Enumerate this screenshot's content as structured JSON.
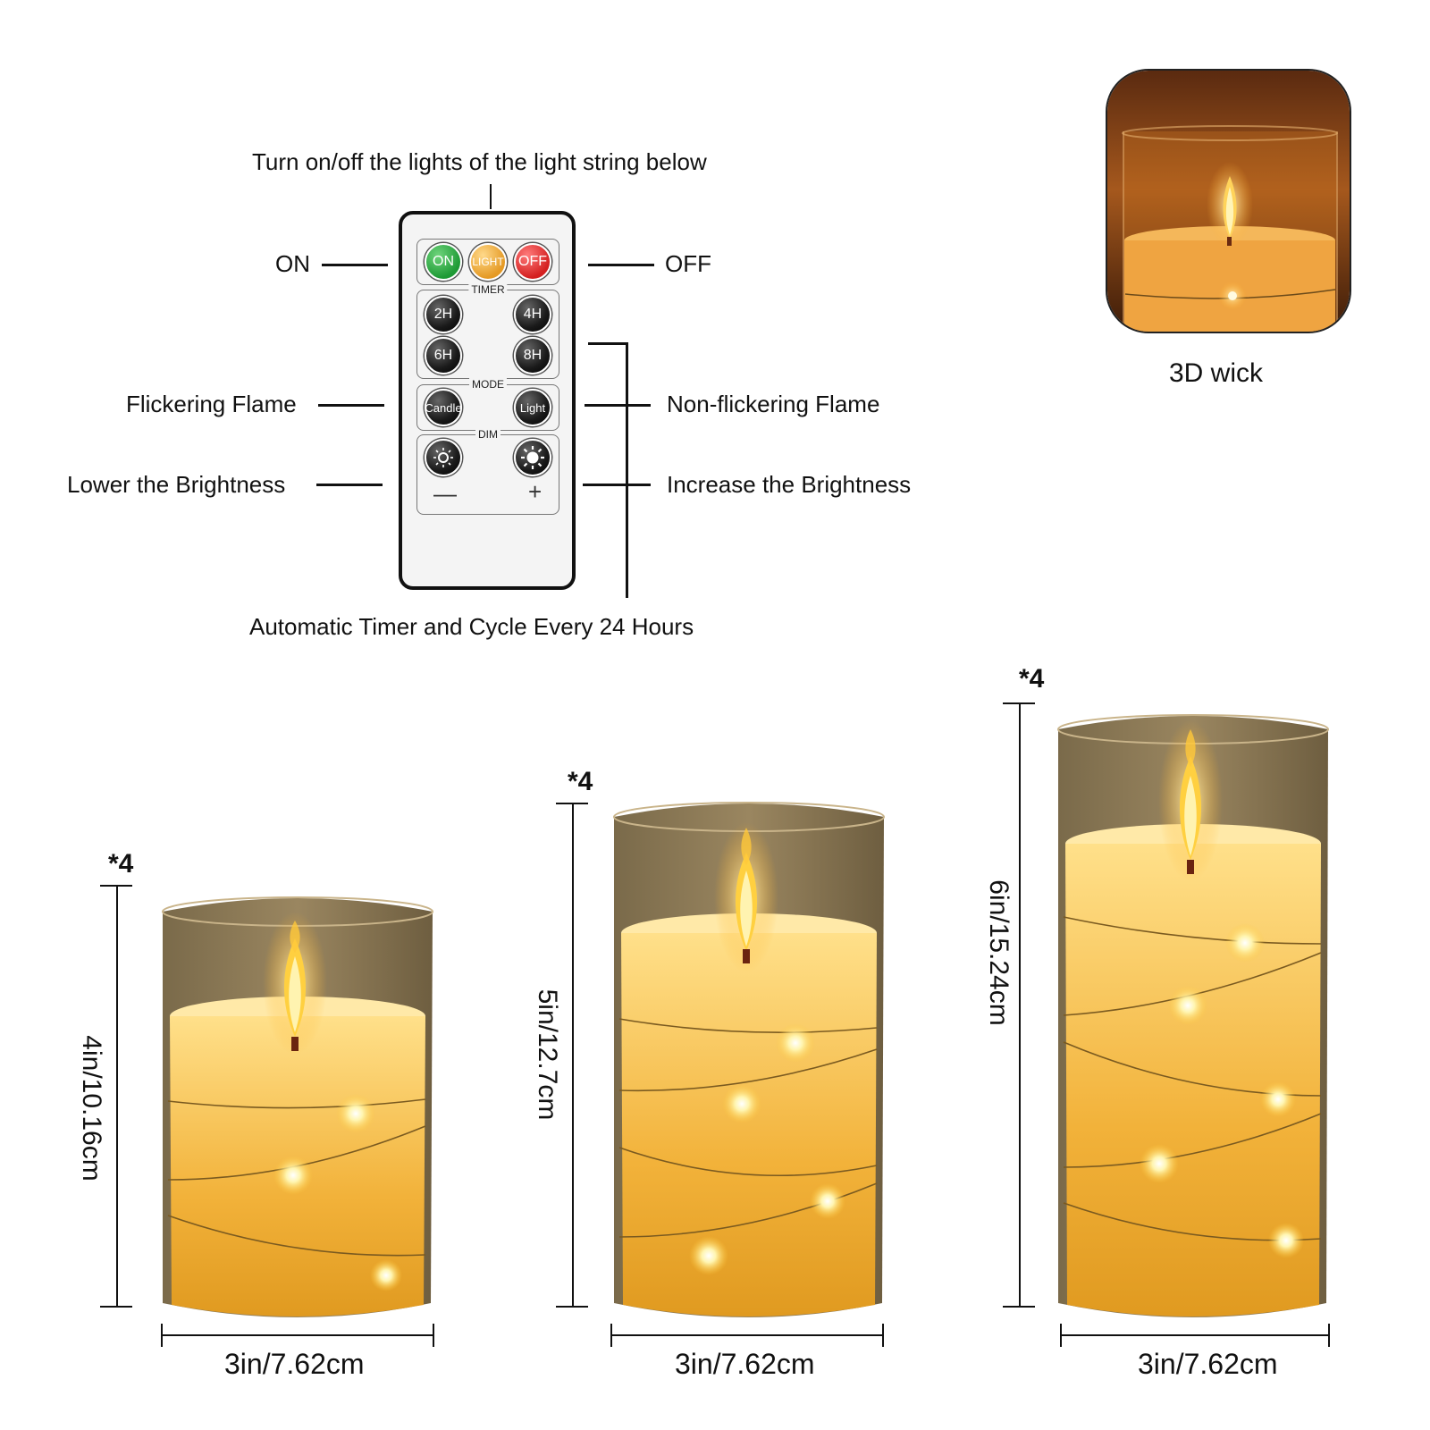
{
  "remote": {
    "top_label": "Turn on/off the lights of the light string below",
    "on_label": "ON",
    "off_label": "OFF",
    "flicker_label": "Flickering Flame",
    "nonflicker_label": "Non-flickering Flame",
    "lower_label": "Lower the Brightness",
    "increase_label": "Increase the Brightness",
    "timer_note": "Automatic Timer and Cycle Every 24 Hours",
    "buttons": {
      "on": "ON",
      "light": "LIGHT",
      "off": "OFF",
      "timer_title": "TIMER",
      "t2": "2H",
      "t4": "4H",
      "t6": "6H",
      "t8": "8H",
      "mode_title": "MODE",
      "candle": "Candle",
      "light_mode": "Light",
      "dim_title": "DIM",
      "minus": "—",
      "plus": "+"
    },
    "colors": {
      "on": "#1e9a35",
      "light": "#e59a25",
      "off": "#d42020"
    }
  },
  "wick": {
    "caption": "3D wick"
  },
  "candles": [
    {
      "qty": "*4",
      "height": "4in/10.16cm",
      "width": "3in/7.62cm"
    },
    {
      "qty": "*4",
      "height": "5in/12.7cm",
      "width": "3in/7.62cm"
    },
    {
      "qty": "*4",
      "height": "6in/15.24cm",
      "width": "3in/7.62cm"
    }
  ]
}
